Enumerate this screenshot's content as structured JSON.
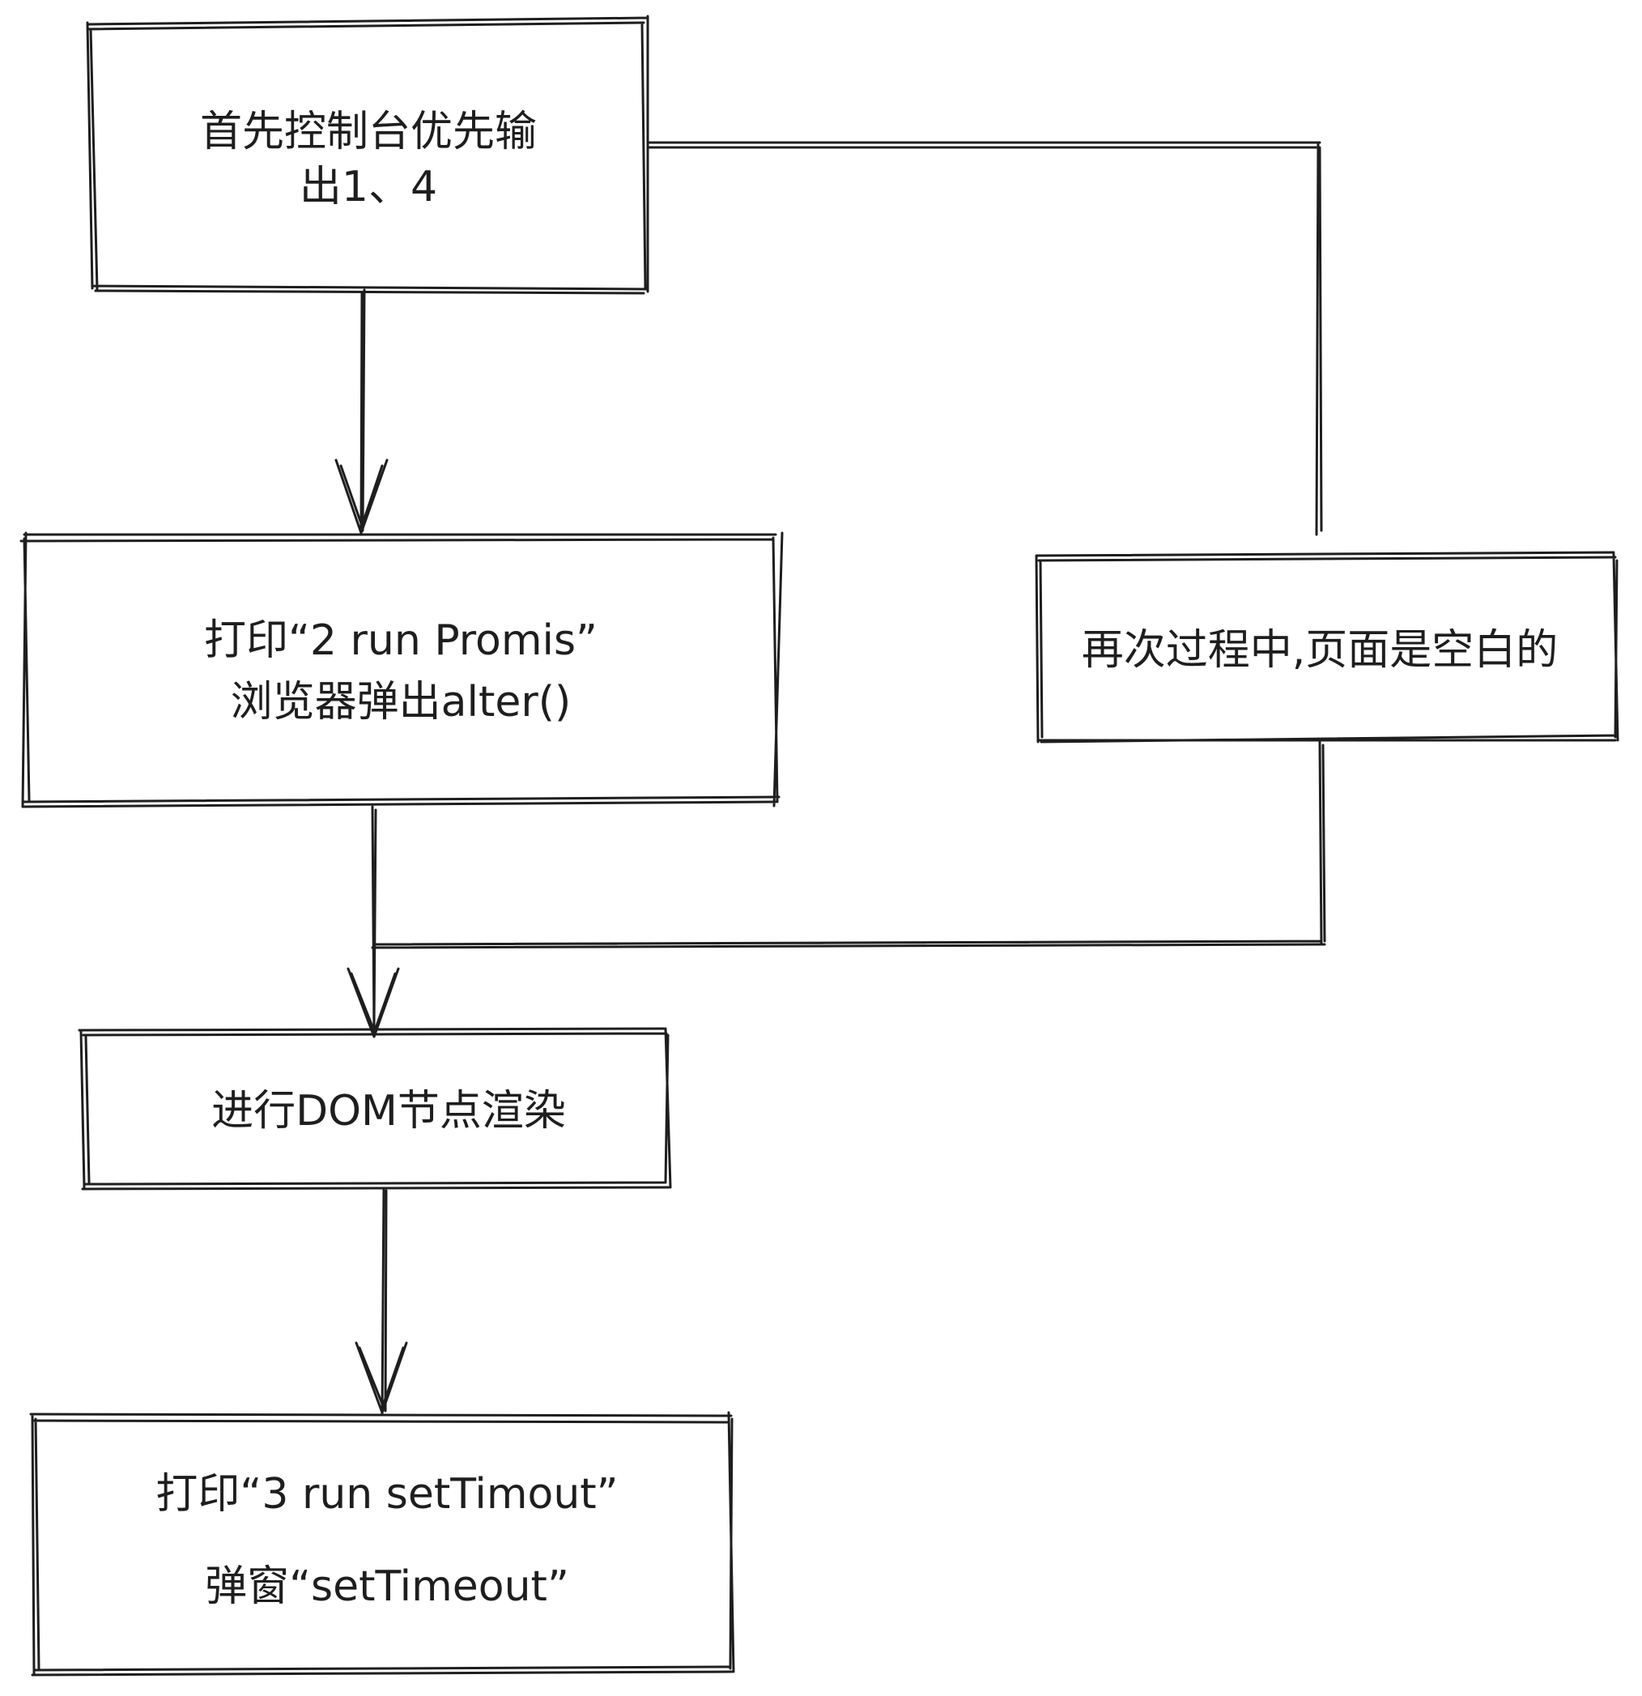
{
  "nodes": {
    "console_output": {
      "lines": [
        "首先控制台优先输",
        "出1、4"
      ]
    },
    "promise_alert": {
      "lines": [
        "打印“2 run Promis”",
        "浏览器弹出alter()"
      ]
    },
    "blank_page": {
      "lines": [
        "再次过程中,页面是空白的"
      ]
    },
    "dom_render": {
      "lines": [
        "进行DOM节点渲染"
      ]
    },
    "settimeout": {
      "lines": [
        "打印“3 run setTimout”",
        "弹窗“setTimeout”"
      ]
    }
  }
}
